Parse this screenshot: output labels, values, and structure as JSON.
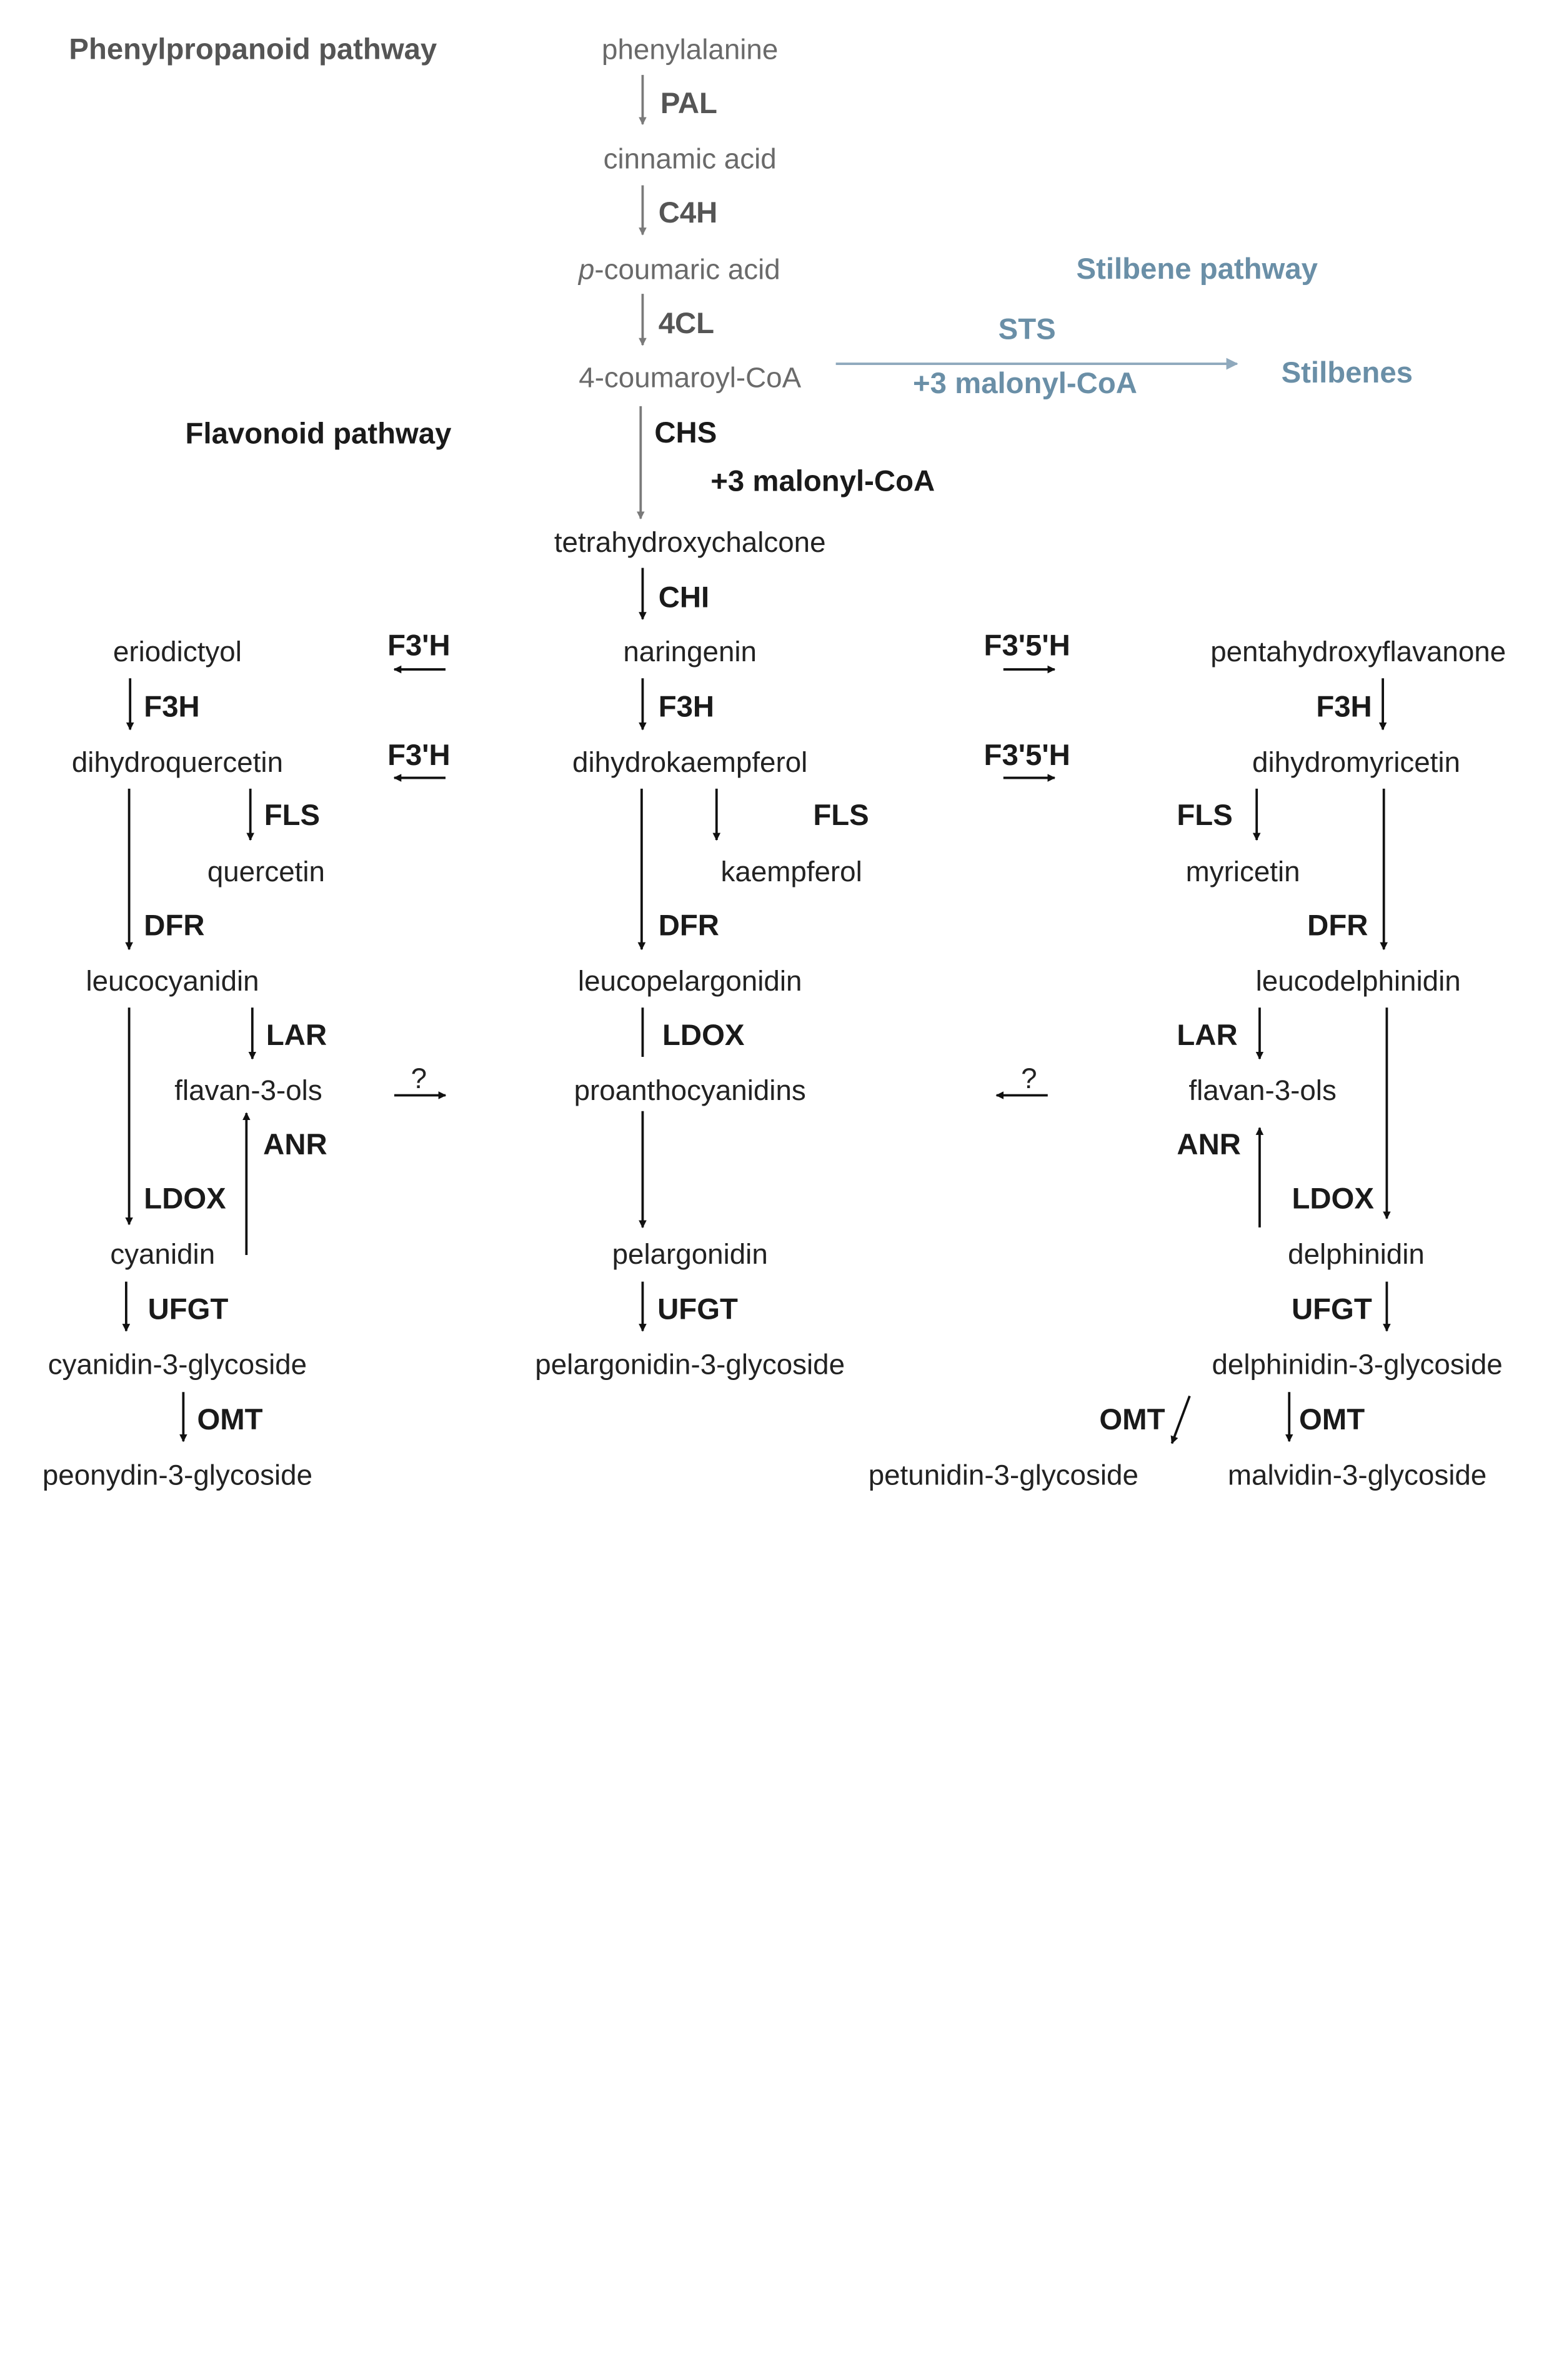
{
  "headings": {
    "phenylpropanoid": "Phenylpropanoid pathway",
    "flavonoid": "Flavonoid pathway",
    "stilbene": "Stilbene pathway"
  },
  "compounds": {
    "phenylalanine": "phenylalanine",
    "cinnamic_acid": "cinnamic acid",
    "p_prefix": "p",
    "coumaric_acid_rest": "-coumaric acid",
    "coumaroyl_coa": "4-coumaroyl-CoA",
    "stilbenes": "Stilbenes",
    "tetrahydroxychalcone": "tetrahydroxychalcone",
    "eriodictyol": "eriodictyol",
    "naringenin": "naringenin",
    "pentahydroxyflavanone": "pentahydroxyflavanone",
    "dihydroquercetin": "dihydroquercetin",
    "dihydrokaempferol": "dihydrokaempferol",
    "dihydromyricetin": "dihydromyricetin",
    "quercetin": "quercetin",
    "kaempferol": "kaempferol",
    "myricetin": "myricetin",
    "leucocyanidin": "leucocyanidin",
    "leucopelargonidin": "leucopelargonidin",
    "leucodelphinidin": "leucodelphinidin",
    "flavan3ols_left": "flavan-3-ols",
    "proanthocyanidins": "proanthocyanidins",
    "flavan3ols_right": "flavan-3-ols",
    "cyanidin": "cyanidin",
    "pelargonidin": "pelargonidin",
    "delphinidin": "delphinidin",
    "cyanidin_3_glycoside": "cyanidin-3-glycoside",
    "pelargonidin_3_glycoside": "pelargonidin-3-glycoside",
    "delphinidin_3_glycoside": "delphinidin-3-glycoside",
    "peonydin_3_glycoside": "peonydin-3-glycoside",
    "petunidin_3_glycoside": "petunidin-3-glycoside",
    "malvidin_3_glycoside": "malvidin-3-glycoside"
  },
  "enzymes": {
    "pal": "PAL",
    "c4h": "C4H",
    "cl4": "4CL",
    "sts": "STS",
    "malonyl_sts": "+3 malonyl-CoA",
    "chs": "CHS",
    "malonyl_chs": "+3 malonyl-CoA",
    "chi": "CHI",
    "f3h_left": "F3H",
    "f3h_mid": "F3H",
    "f3h_right": "F3H",
    "f3ph_top": "F3'H",
    "f3ph_mid": "F3'H",
    "f35h_top": "F3'5'H",
    "f35h_mid": "F3'5'H",
    "fls_left": "FLS",
    "fls_mid": "FLS",
    "fls_right": "FLS",
    "dfr_left": "DFR",
    "dfr_mid": "DFR",
    "dfr_right": "DFR",
    "lar_left": "LAR",
    "lar_right": "LAR",
    "ldox_left": "LDOX",
    "ldox_mid": "LDOX",
    "ldox_right": "LDOX",
    "anr_left": "ANR",
    "anr_right": "ANR",
    "unknown_left": "?",
    "unknown_right": "?",
    "ufgt_left": "UFGT",
    "ufgt_mid": "UFGT",
    "ufgt_right": "UFGT",
    "omt_left": "OMT",
    "omt_petunidin": "OMT",
    "omt_malvidin": "OMT"
  },
  "colors": {
    "stilbene_branch": "#6a8fa7",
    "upstream_text": "#6a6a6a",
    "main_text": "#222222"
  }
}
